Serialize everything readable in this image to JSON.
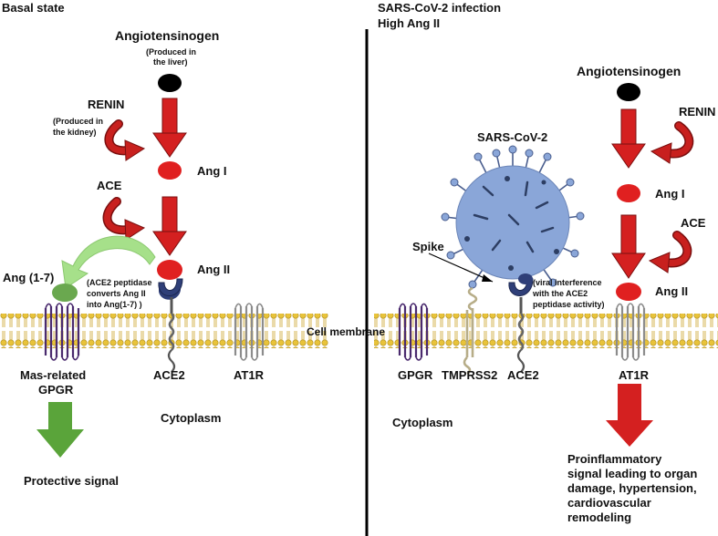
{
  "colors": {
    "arrow_red": "#d42020",
    "curve_red": "#c8201e",
    "dot_red": "#e02020",
    "black": "#000000",
    "virus_blue": "#8aa6d8",
    "receptor_purple": "#4a2a6e",
    "receptor_gray": "#8c8c8c",
    "tmprss2_tan": "#b7ad88",
    "ace2_navy": "#2f3f78",
    "ang17_green": "#6aa84f",
    "green_arrow": "#5aa43a",
    "membrane_yellow": "#e8c33a"
  },
  "left": {
    "title": "Basal state",
    "angiotensinogen": "Angiotensinogen",
    "produced_liver_1": "(Produced in",
    "produced_liver_2": "the liver)",
    "renin": "RENIN",
    "produced_kidney_1": "(Produced in",
    "produced_kidney_2": "the kidney)",
    "ang_i": "Ang I",
    "ace": "ACE",
    "ang_ii": "Ang II",
    "ang_1_7": "Ang (1-7)",
    "ace2_note_1": "(ACE2 peptidase",
    "ace2_note_2": "converts Ang II",
    "ace2_note_3": "into Ang(1-7) )",
    "cell_membrane": "Cell membrane",
    "mas_1": "Mas-related",
    "mas_2": "GPGR",
    "ace2": "ACE2",
    "at1r": "AT1R",
    "cytoplasm": "Cytoplasm",
    "protective": "Protective signal"
  },
  "right": {
    "title_1": "SARS-CoV-2 infection",
    "title_2": "High Ang II",
    "angiotensinogen": "Angiotensinogen",
    "renin": "RENIN",
    "sars": "SARS-CoV-2",
    "ang_i": "Ang I",
    "ace": "ACE",
    "spike": "Spike",
    "viral_note_1": "(viral interference",
    "viral_note_2": "with the ACE2",
    "viral_note_3": "peptidase activity)",
    "ang_ii": "Ang II",
    "gpgr": "GPGR",
    "tmprss2": "TMPRSS2",
    "ace2": "ACE2",
    "at1r": "AT1R",
    "cytoplasm": "Cytoplasm",
    "pro_1": "Proinflammatory",
    "pro_2": "signal leading to organ",
    "pro_3": "damage, hypertension,",
    "pro_4": "cardiovascular",
    "pro_5": "remodeling"
  }
}
